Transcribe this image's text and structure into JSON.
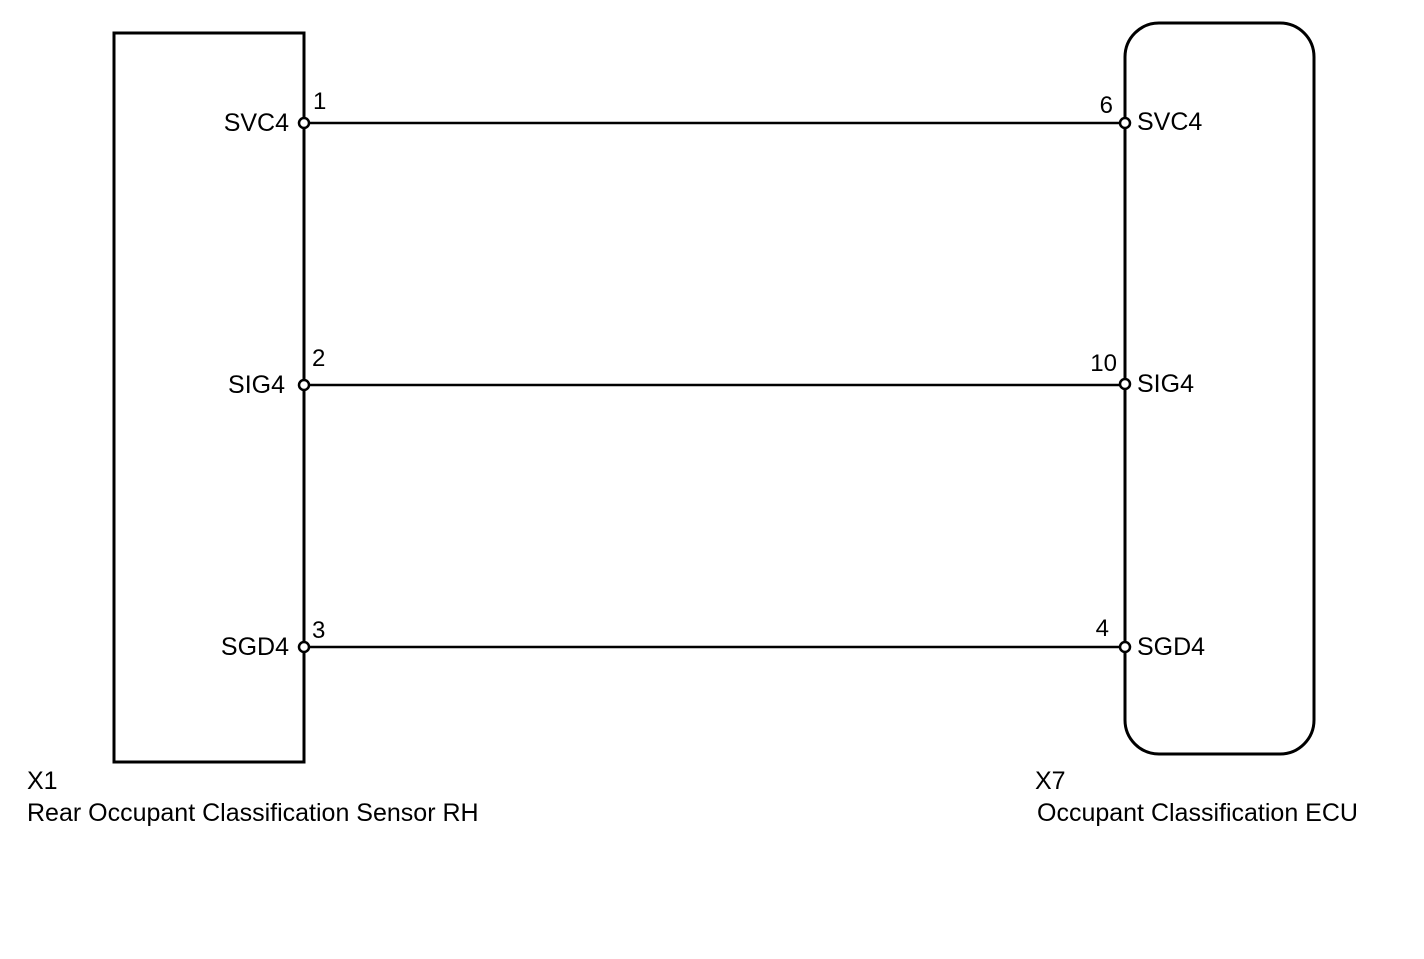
{
  "components": {
    "left": {
      "code": "X1",
      "name": "Rear Occupant Classification Sensor RH",
      "pins": [
        {
          "signal": "SVC4",
          "number": "1"
        },
        {
          "signal": "SIG4",
          "number": "2"
        },
        {
          "signal": "SGD4",
          "number": "3"
        }
      ]
    },
    "right": {
      "code": "X7",
      "name": "Occupant Classification ECU",
      "pins": [
        {
          "signal": "SVC4",
          "number": "6"
        },
        {
          "signal": "SIG4",
          "number": "10"
        },
        {
          "signal": "SGD4",
          "number": "4"
        }
      ]
    }
  },
  "wires": [
    {
      "from": "left.pins.0",
      "to": "right.pins.0"
    },
    {
      "from": "left.pins.1",
      "to": "right.pins.1"
    },
    {
      "from": "left.pins.2",
      "to": "right.pins.2"
    }
  ],
  "colors": {
    "line": "#000000",
    "background": "#ffffff"
  }
}
